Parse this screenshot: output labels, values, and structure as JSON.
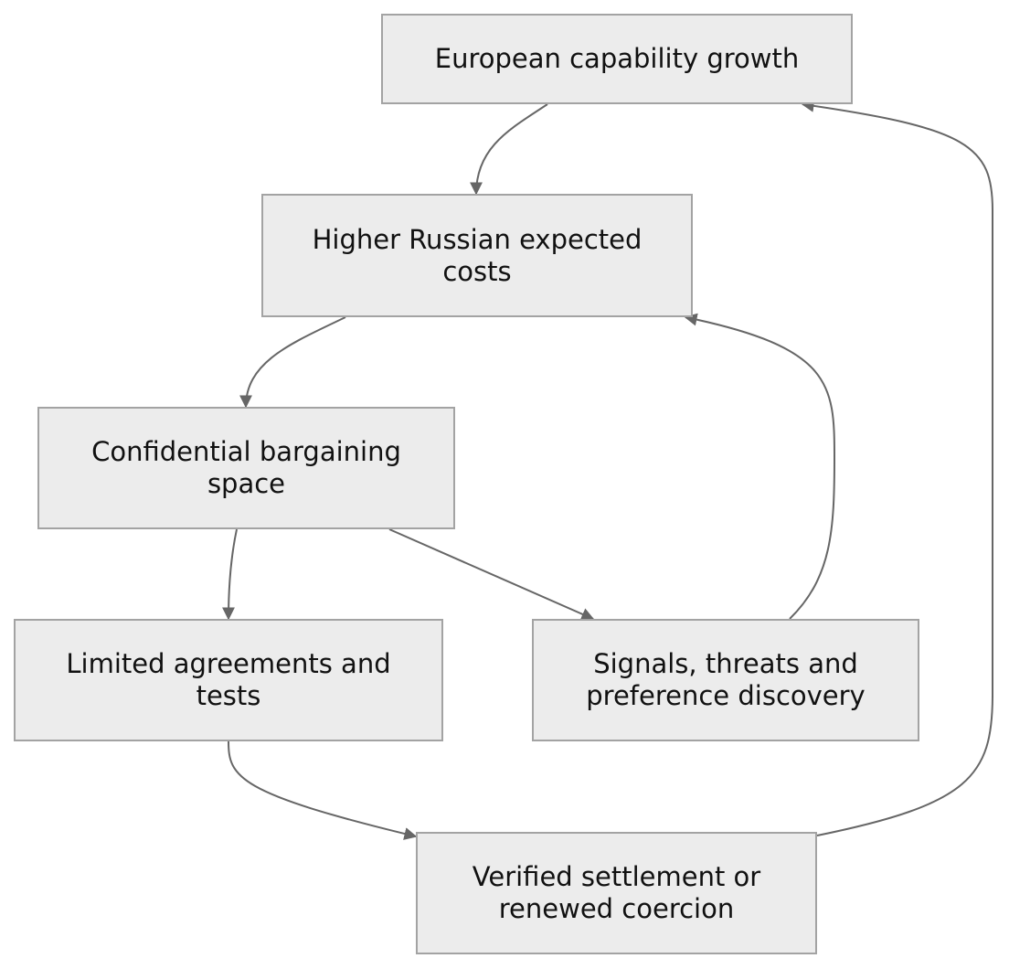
{
  "nodes": {
    "european_capability_growth": "European capability growth",
    "higher_russian_expected_costs": "Higher Russian expected costs",
    "confidential_bargaining_space": "Confidential bargaining space",
    "limited_agreements_and_tests": "Limited agreements and tests",
    "signals_threats_preference_discovery": "Signals, threats and preference discovery",
    "verified_settlement_or_renewed_coercion": "Verified settlement or renewed coercion"
  },
  "edges": [
    {
      "from": "European capability growth",
      "to": "Higher Russian expected costs"
    },
    {
      "from": "Higher Russian expected costs",
      "to": "Confidential bargaining space"
    },
    {
      "from": "Confidential bargaining space",
      "to": "Limited agreements and tests"
    },
    {
      "from": "Confidential bargaining space",
      "to": "Signals, threats and preference discovery"
    },
    {
      "from": "Signals, threats and preference discovery",
      "to": "Higher Russian expected costs"
    },
    {
      "from": "Limited agreements and tests",
      "to": "Verified settlement or renewed coercion"
    },
    {
      "from": "Verified settlement or renewed coercion",
      "to": "European capability growth"
    }
  ],
  "colors": {
    "node_fill": "#ececec",
    "node_border": "#a3a3a3",
    "edge": "#666666",
    "text": "#111111"
  }
}
